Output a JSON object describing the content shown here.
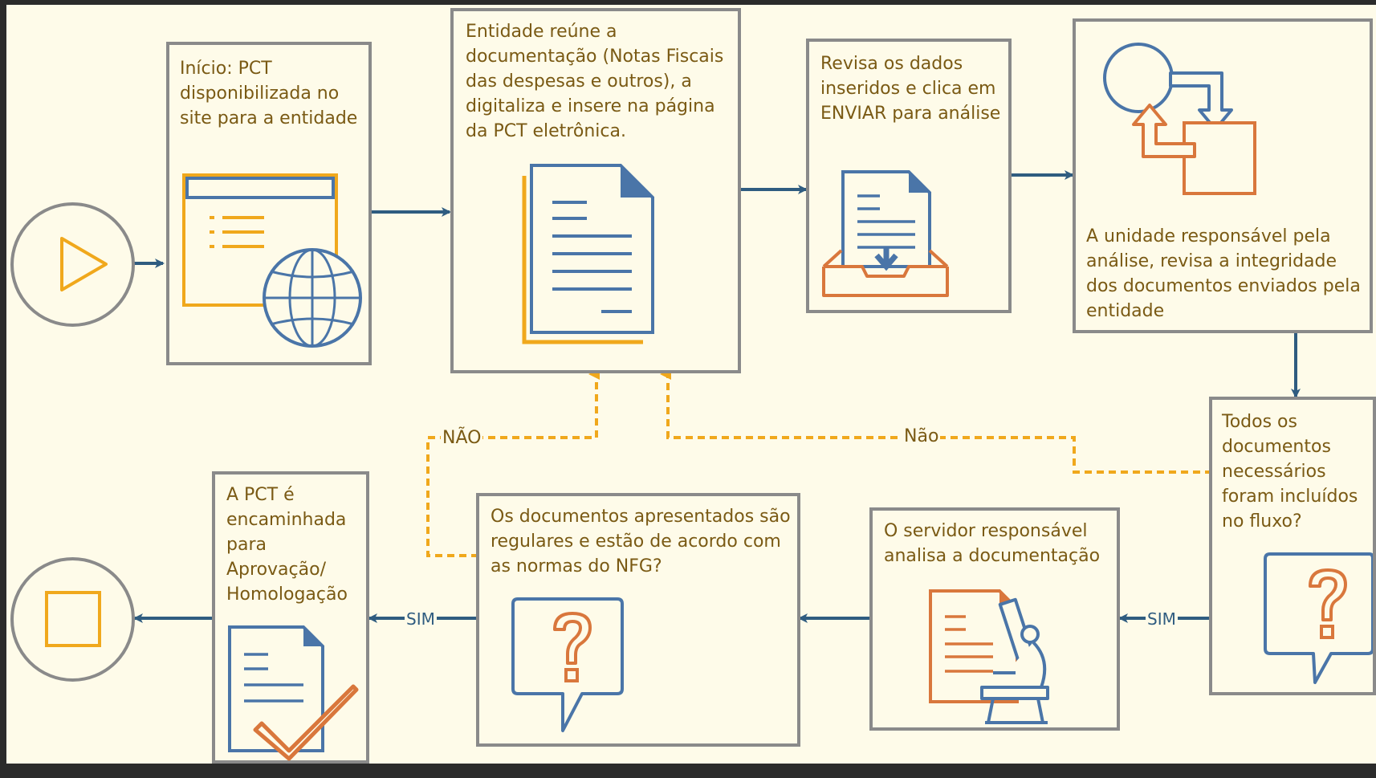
{
  "colors": {
    "background": "#fefbe9",
    "box_border": "#8a8a8a",
    "text": "#7a5a14",
    "blue": "#2f5c80",
    "icon_blue": "#4a75a8",
    "orange": "#f0a81c",
    "rust": "#d9773c",
    "frame": "#2b2b2b"
  },
  "nodes": {
    "start": {
      "icon": "play-icon"
    },
    "end": {
      "icon": "stop-icon"
    },
    "inicio": {
      "text": "Início: PCT disponibilizada no site para a entidade",
      "icon": "web-page-icon"
    },
    "entidade": {
      "text": "Entidade reúne a documentação (Notas Fiscais das despesas e outros), a digitaliza e insere na página da PCT eletrônica.",
      "icon": "document-icon"
    },
    "revisa": {
      "text": "Revisa os dados inseridos e clica em ENVIAR para análise",
      "icon": "inbox-document-icon"
    },
    "unidade": {
      "text": "A unidade responsável pela análise, revisa a integridade dos documentos enviados pela entidade",
      "icon": "process-cycle-icon"
    },
    "todos": {
      "text": "Todos os documentos necessários foram incluídos no fluxo?",
      "icon": "question-bubble-icon"
    },
    "servidor": {
      "text": "O servidor responsável analisa a documentação",
      "icon": "document-microscope-icon"
    },
    "regulares": {
      "text": "Os documentos apresentados são regulares e estão de acordo com as normas do NFG?",
      "icon": "question-bubble-icon"
    },
    "encaminhada": {
      "text": "A PCT é encaminhada para Aprovação/ Homologação",
      "icon": "document-check-icon"
    }
  },
  "edges": {
    "sim_1": "SIM",
    "sim_2": "SIM",
    "nao_1": "NÃO",
    "nao_2": "Não"
  }
}
